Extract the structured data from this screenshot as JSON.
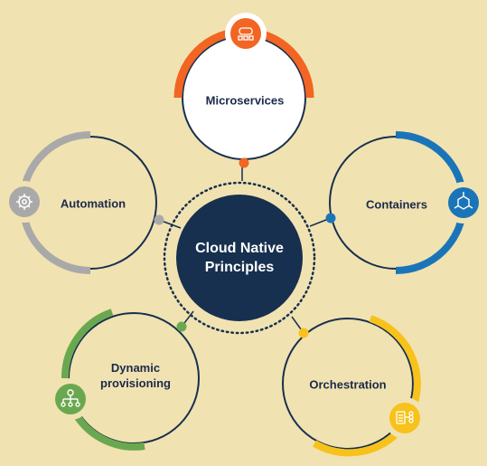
{
  "center": {
    "title_line1": "Cloud Native",
    "title_line2": "Principles",
    "color": "#17304f"
  },
  "principles": [
    {
      "id": "microservices",
      "label": "Microservices",
      "accent": "#f26522",
      "icon": "microservices-icon"
    },
    {
      "id": "containers",
      "label": "Containers",
      "accent": "#1a75b8",
      "icon": "containers-icon"
    },
    {
      "id": "orchestration",
      "label": "Orchestration",
      "accent": "#f7c21b",
      "icon": "orchestration-icon"
    },
    {
      "id": "dynamic-provisioning",
      "label_line1": "Dynamic",
      "label_line2": "provisioning",
      "accent": "#6aa84f",
      "icon": "dynamic-provisioning-icon"
    },
    {
      "id": "automation",
      "label": "Automation",
      "accent": "#a9a9a9",
      "icon": "gear-icon"
    }
  ],
  "colors": {
    "background": "#f1e2b1",
    "ring_dark": "#17304f"
  }
}
